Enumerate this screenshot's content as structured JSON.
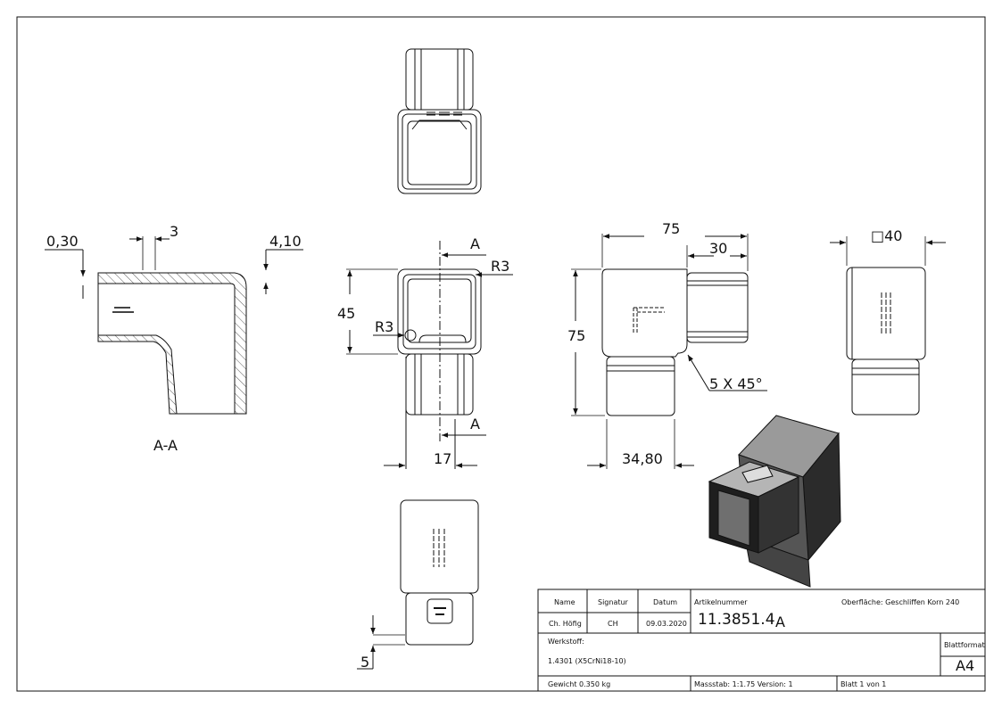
{
  "dimensions": {
    "section_wall_left": "0,30",
    "section_gap": "3",
    "section_wall_right": "4,10",
    "section_label": "A-A",
    "cut_a_top": "A",
    "cut_a_bottom": "A",
    "front_radius_top": "R3",
    "front_radius_left": "R3",
    "front_height": "45",
    "front_offset": "17",
    "side_width": "75",
    "side_branch": "30",
    "side_height": "75",
    "side_chamfer": "5 X 45°",
    "side_depth": "34,80",
    "end_square": "□40",
    "bottom_gap": "5"
  },
  "titleblock": {
    "name_header": "Name",
    "signatur_header": "Signatur",
    "datum_header": "Datum",
    "name": "Ch. Höfig",
    "signatur": "CH",
    "datum": "09.03.2020",
    "artikel_label": "Artikelnummer",
    "artikel_number": "11.3851.4",
    "artikel_suffix": "A",
    "oberflaeche": "Oberfläche:  Geschliffen Korn 240",
    "werkstoff_label": "Werkstoff:",
    "werkstoff": "1.4301 (X5CrNi18-10)",
    "blattformat_label": "Blattformat",
    "blattformat": "A4",
    "gewicht": "Gewicht 0.350 kg",
    "massstab": "Massstab: 1:1.75   Version: 1",
    "blatt": "Blatt 1 von 1"
  }
}
